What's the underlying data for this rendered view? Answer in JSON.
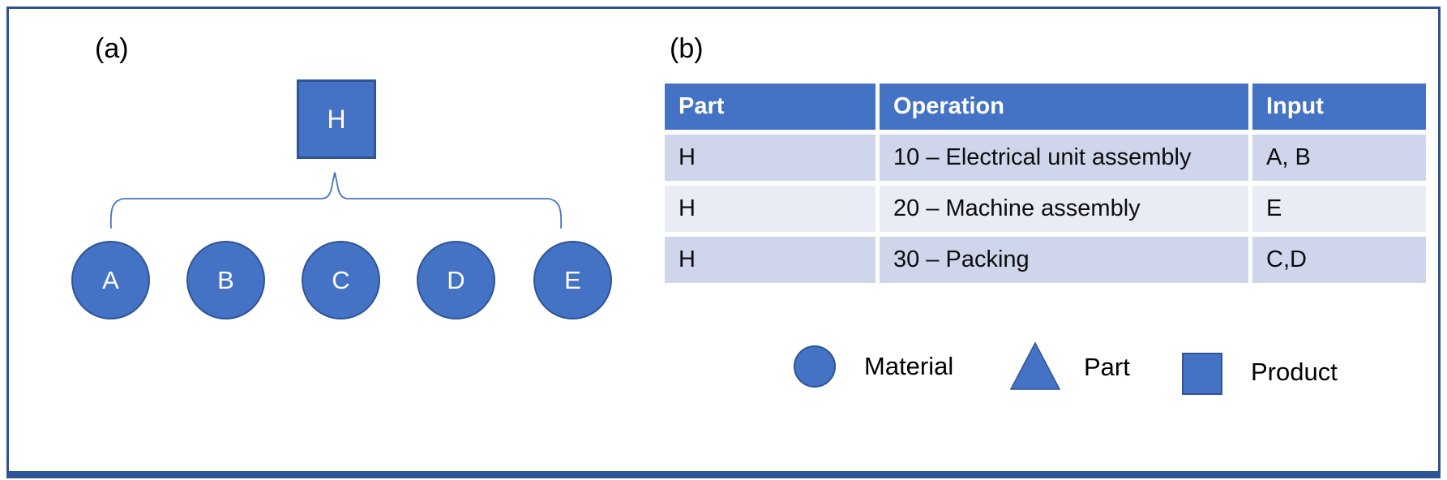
{
  "panel_a": {
    "label": "(a)",
    "product_node": "H",
    "material_nodes": [
      "A",
      "B",
      "C",
      "D",
      "E"
    ]
  },
  "panel_b": {
    "label": "(b)",
    "table": {
      "headers": [
        "Part",
        "Operation",
        "Input"
      ],
      "rows": [
        {
          "part": "H",
          "operation": "10 – Electrical unit assembly",
          "input": "A, B"
        },
        {
          "part": "H",
          "operation": "20 – Machine assembly",
          "input": "E"
        },
        {
          "part": "H",
          "operation": "30 – Packing",
          "input": "C,D"
        }
      ]
    },
    "legend": [
      {
        "shape": "circle",
        "label": "Material"
      },
      {
        "shape": "triangle",
        "label": "Part"
      },
      {
        "shape": "square",
        "label": "Product"
      }
    ]
  },
  "colors": {
    "shape_fill": "#4472C4",
    "shape_border": "#2F5597",
    "table_header_bg": "#4472C4",
    "row_band_dark": "#CFD5EA",
    "row_band_light": "#E9EBF5",
    "frame_border": "#2E5395",
    "brace_stroke": "#4472C4"
  }
}
